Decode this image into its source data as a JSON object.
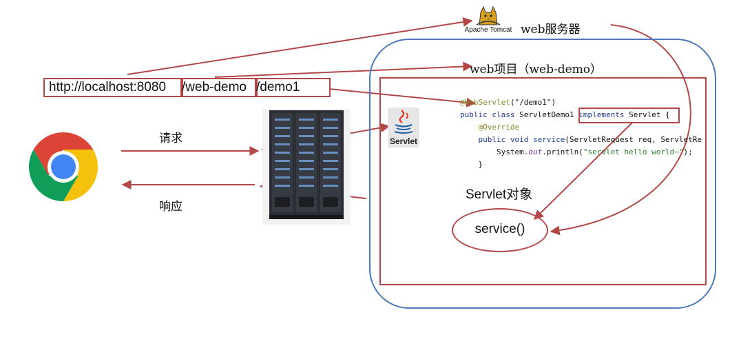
{
  "server": {
    "logo_text": "Apache Tomcat",
    "label": "web服务器"
  },
  "project": {
    "label": "web项目（web-demo）"
  },
  "url": {
    "part1": "http://localhost:8080",
    "part2": "/web-demo",
    "part3": "/demo1"
  },
  "flow": {
    "request": "请求",
    "response": "响应"
  },
  "servlet": {
    "icon_label": "Servlet",
    "object_label": "Servlet对象",
    "method": "service()"
  },
  "code": {
    "line1_annotation": "@WebServlet",
    "line1_arg": "(\"/demo1\")",
    "line2_kw1": "public",
    "line2_kw2": "class",
    "line2_name": "ServletDemo1",
    "line2_kw3": "implements",
    "line2_iface": "Servlet {",
    "line3": "@Override",
    "line4_kw1": "public",
    "line4_kw2": "void",
    "line4_fn": "service",
    "line4_rest": "(ServletRequest req, ServletRe",
    "line5_a": "System.",
    "line5_out": "out",
    "line5_b": ".println(",
    "line5_str": "\"servlet hello world~\"",
    "line5_c": ");",
    "line6": "}"
  },
  "colors": {
    "arrow_red": "#b34747",
    "blue_border": "#4a78b8"
  }
}
